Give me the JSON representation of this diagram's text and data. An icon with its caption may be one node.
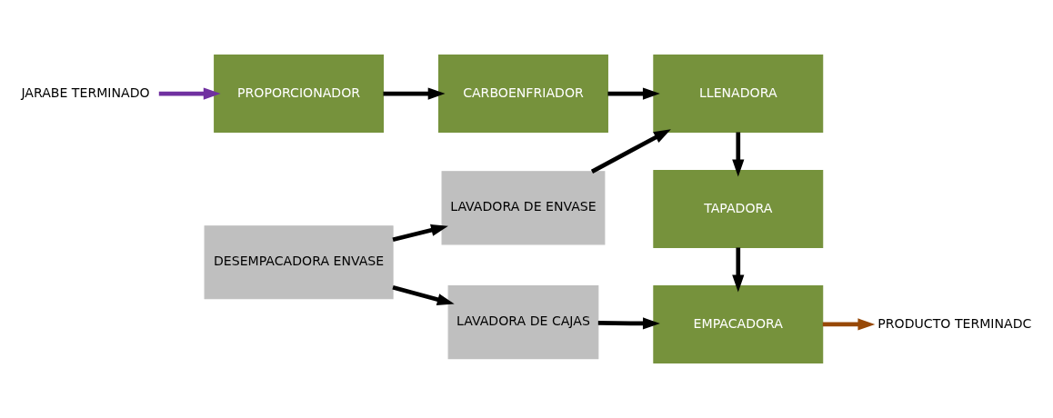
{
  "diagram": {
    "nodes": [
      {
        "text": [
          "JARABE TERMINADO"
        ]
      },
      {
        "text": [
          "PROPORCIONADOR"
        ]
      },
      {
        "text": [
          "CARBOENFRIADOR"
        ]
      },
      {
        "text": [
          "LLENADORA"
        ]
      },
      {
        "text": [
          "TAPADORA"
        ]
      },
      {
        "text": [
          "LAVADORA DE ENVASE"
        ]
      },
      {
        "text": [
          "DESEMPACADORA ENVASE"
        ]
      },
      {
        "text": [
          "LAVADORA DE CAJAS"
        ]
      },
      {
        "text": [
          "EMPACADORA"
        ]
      },
      {
        "text": [
          "PRODUCTO TERMINADC"
        ]
      }
    ],
    "edges": [
      {
        "from": 0,
        "to": 1,
        "arrow": "to",
        "color": "#7030a0"
      },
      {
        "from": 1,
        "to": 2,
        "arrow": "to"
      },
      {
        "from": 2,
        "to": 3,
        "arrow": "to"
      },
      {
        "from": 5,
        "to": 3,
        "arrow": "to"
      },
      {
        "from": 3,
        "to": 4,
        "arrow": "to"
      },
      {
        "from": 4,
        "to": 8,
        "arrow": "to"
      },
      {
        "from": 6,
        "to": 5,
        "arrow": "to"
      },
      {
        "from": 6,
        "to": 7,
        "arrow": "to"
      },
      {
        "from": 7,
        "to": 8,
        "arrow": "to"
      },
      {
        "from": 8,
        "to": 9,
        "arrow": "to",
        "color": "#974806"
      }
    ]
  }
}
